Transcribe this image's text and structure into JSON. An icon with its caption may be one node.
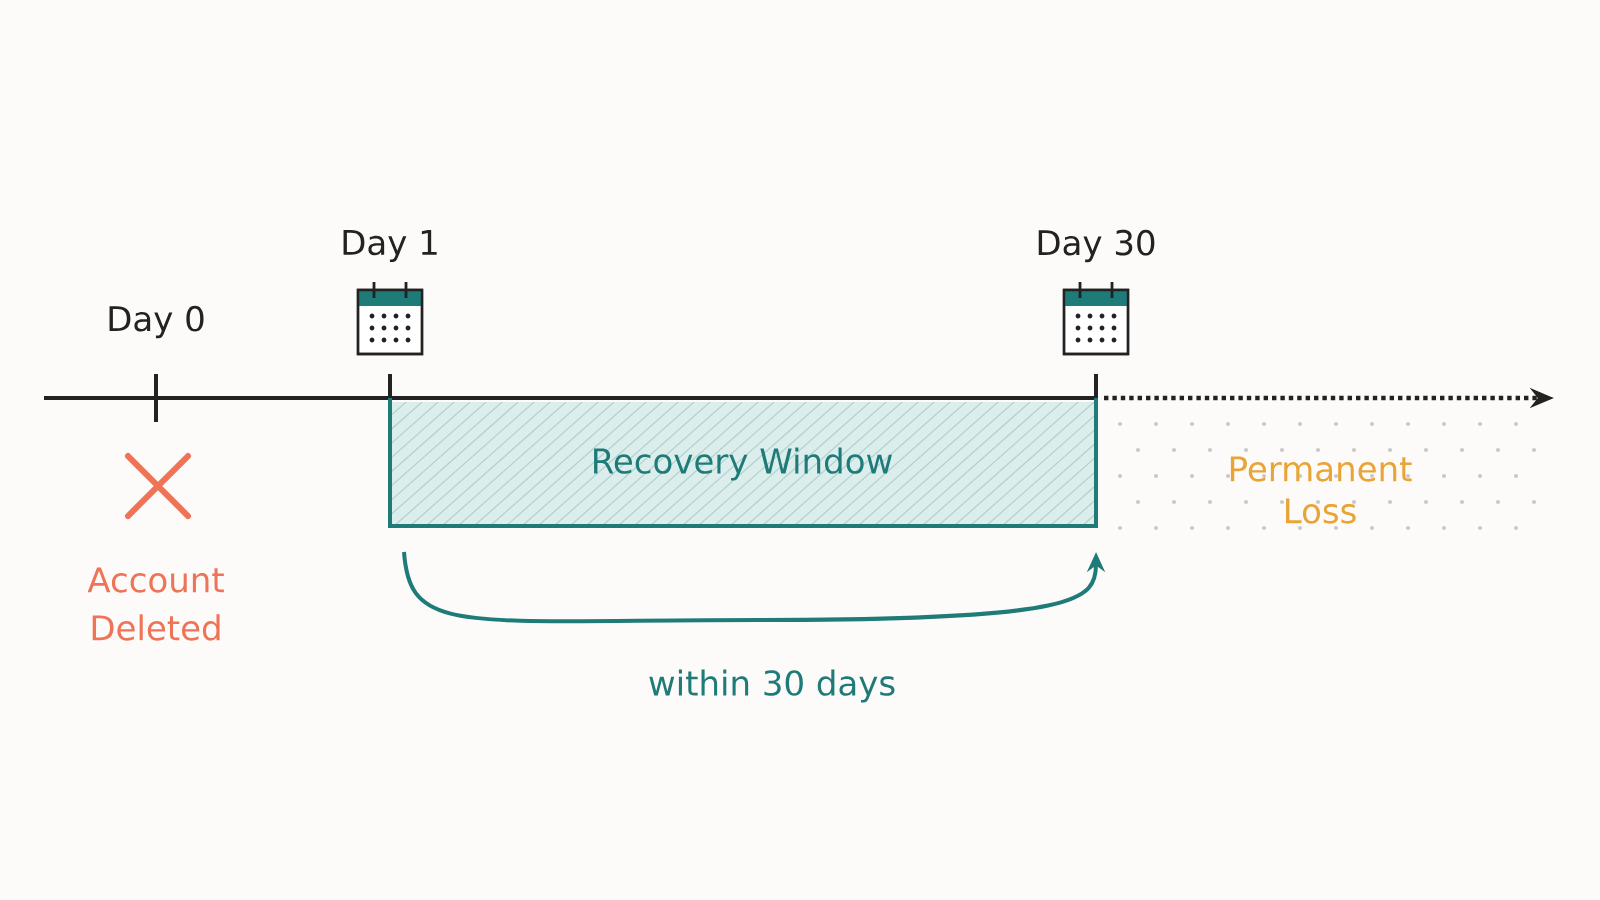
{
  "diagram": {
    "nodes": [
      {
        "text": [
          "Recovery Window"
        ]
      },
      {
        "text": [
          "Permanent Loss"
        ]
      }
    ],
    "labels": [
      "Day 1",
      "Day 30",
      "Day 0",
      "Account Deleted",
      "within 30 days"
    ]
  }
}
